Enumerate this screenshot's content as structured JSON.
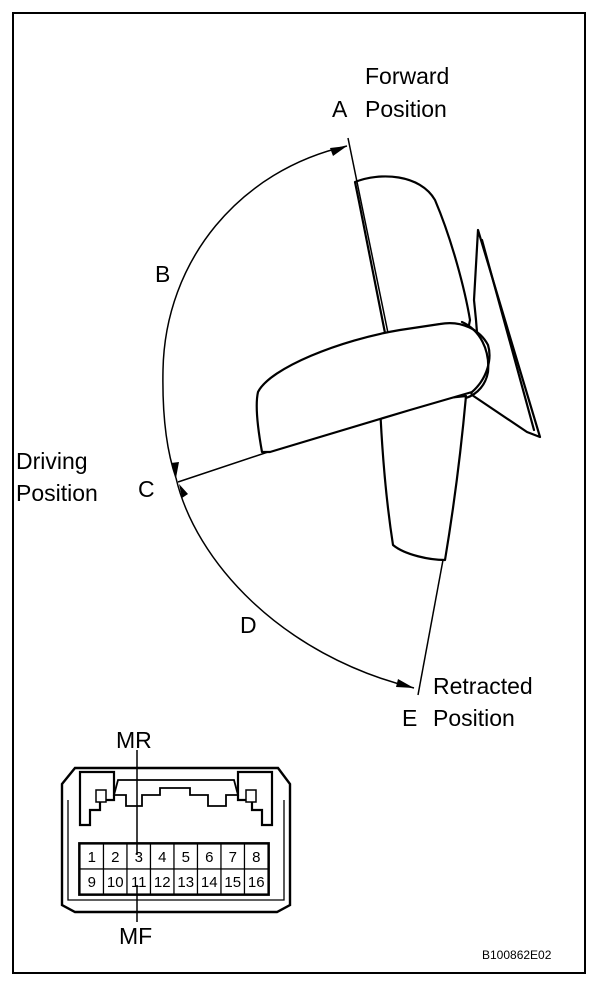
{
  "labels": {
    "forward_line1": "Forward",
    "forward_line2": "Position",
    "a": "A",
    "b": "B",
    "c": "C",
    "d": "D",
    "e": "E",
    "driving_line1": "Driving",
    "driving_line2": "Position",
    "retracted_line1": "Retracted",
    "retracted_line2": "Position"
  },
  "connector": {
    "mr_label": "MR",
    "mf_label": "MF",
    "top_pins": [
      "1",
      "2",
      "3",
      "4",
      "5",
      "6",
      "7",
      "8"
    ],
    "bottom_pins": [
      "9",
      "10",
      "11",
      "12",
      "13",
      "14",
      "15",
      "16"
    ]
  },
  "figure_code": "B100862E02"
}
